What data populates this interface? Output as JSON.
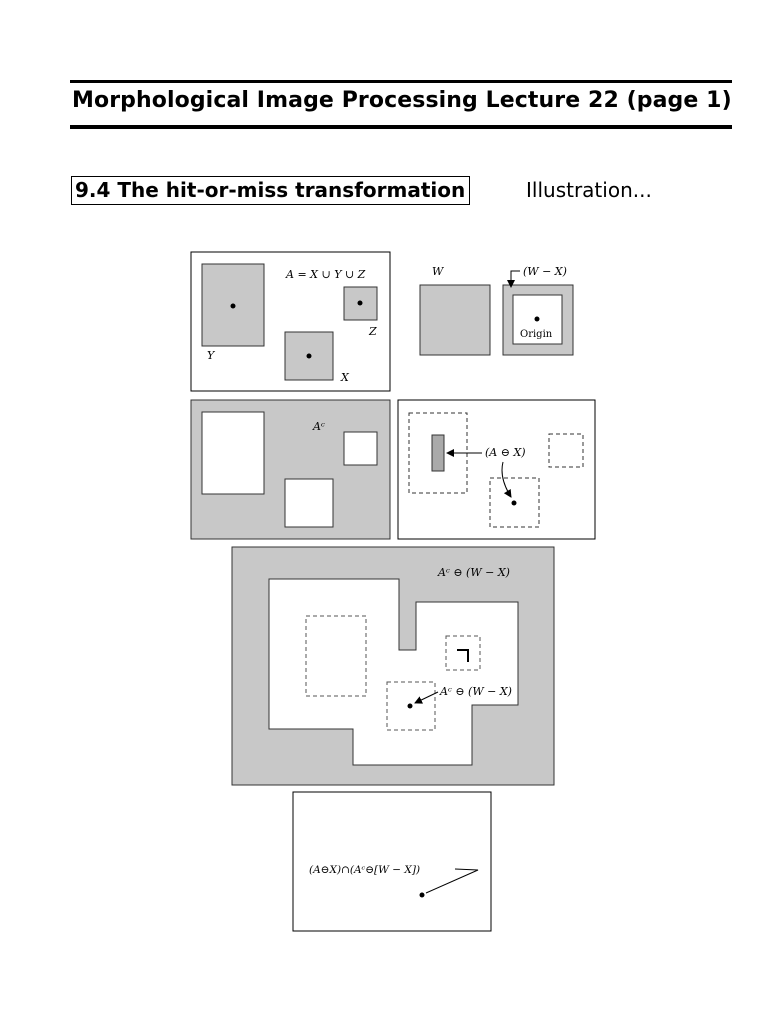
{
  "header": {
    "title": "Morphological Image Processing Lecture 22 (page 1)"
  },
  "section": {
    "heading": "9.4 The hit-or-miss transformation",
    "subtitle": "Illustration..."
  },
  "figure": {
    "panel_a": {
      "equation": "A = X ∪ Y ∪ Z",
      "label_x": "X",
      "label_y": "Y",
      "label_z": "Z"
    },
    "panel_b": {
      "label_w": "W",
      "label_wx": "(W − X)",
      "label_origin": "Origin"
    },
    "panel_c": {
      "label_ac": "Aᶜ"
    },
    "panel_d": {
      "label_erosion": "(A ⊖ X)"
    },
    "panel_e": {
      "title": "Aᶜ ⊖ (W − X)",
      "pointer": "Aᶜ ⊖ (W − X)"
    },
    "panel_f": {
      "result": "(A⊖X)∩(Aᶜ⊖[W − X])"
    },
    "colors": {
      "gray": "#c8c8c8",
      "stroke": "#333333"
    }
  }
}
